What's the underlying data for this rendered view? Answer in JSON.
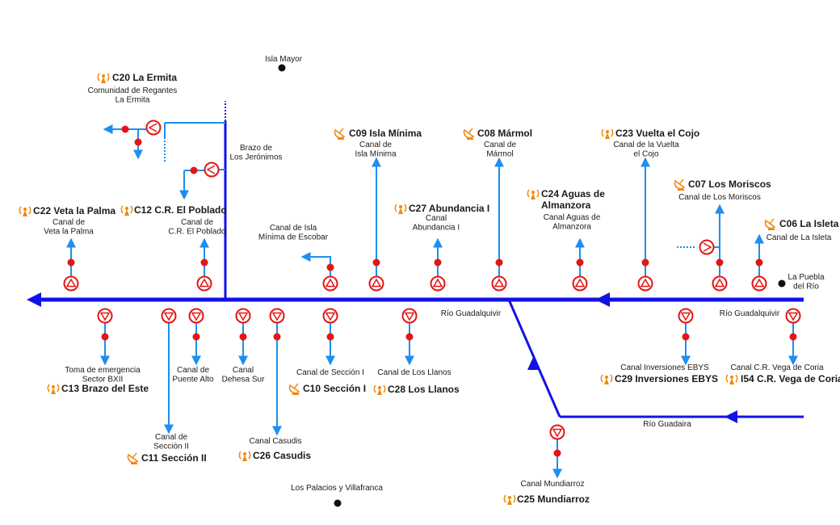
{
  "colors": {
    "river": "#1212e6",
    "canal": "#1e8ef0",
    "valve": "#e61414",
    "station": "#e61414",
    "antenna": "#f08a10",
    "town": "#111111",
    "text": "#1a1a1a"
  },
  "rivers": {
    "guadalquivir_left": "Río Guadalquivir",
    "guadalquivir_right": "Río Guadalquivir",
    "guadaira": "Río Guadaira",
    "brazo": [
      "Brazo de",
      "Los Jerónimos"
    ]
  },
  "towns": {
    "isla_mayor": "Isla Mayor",
    "puebla": [
      "La Puebla",
      "del Río"
    ],
    "palacios": "Los Palacios y Villafranca"
  },
  "stations": {
    "c20": {
      "code": "C20 La Ermita",
      "desc": [
        "Comunidad de Regantes",
        "La Ermita"
      ],
      "icon": "antenna-icon"
    },
    "c22": {
      "code": "C22 Veta la Palma",
      "desc": [
        "Canal de",
        "Veta la Palma"
      ],
      "icon": "antenna-icon"
    },
    "c12": {
      "code": "C12 C.R. El Poblado",
      "desc": [
        "Canal de",
        "C.R. El Poblado"
      ],
      "icon": "antenna-icon"
    },
    "c09": {
      "code": "C09 Isla Mínima",
      "desc": [
        "Canal de",
        "Isla Mínima"
      ],
      "icon": "satellite-dish-icon"
    },
    "c08": {
      "code": "C08 Mármol",
      "desc": [
        "Canal de",
        "Mármol"
      ],
      "icon": "satellite-dish-icon"
    },
    "c27": {
      "code": "C27 Abundancia I",
      "desc": [
        "Canal",
        "Abundancia I"
      ],
      "icon": "antenna-icon"
    },
    "c24": {
      "code": [
        "C24 Aguas de",
        "Almanzora"
      ],
      "desc": [
        "Canal Aguas de",
        "Almanzora"
      ],
      "icon": "antenna-icon"
    },
    "c23": {
      "code": "C23 Vuelta el Cojo",
      "desc": [
        "Canal de la Vuelta",
        "el Cojo"
      ],
      "icon": "antenna-icon"
    },
    "c07": {
      "code": "C07 Los Moriscos",
      "desc": [
        "Canal de Los Moriscos"
      ],
      "icon": "satellite-dish-icon"
    },
    "c06": {
      "code": "C06 La Isleta",
      "desc": [
        "Canal de La Isleta"
      ],
      "icon": "satellite-dish-icon"
    },
    "c13": {
      "code": "C13 Brazo del Este",
      "desc": [
        "Toma de emergencia",
        "Sector BXII"
      ],
      "icon": "antenna-icon"
    },
    "c11": {
      "code": "C11 Sección II",
      "desc": [
        "Canal de",
        "Sección II"
      ],
      "icon": "satellite-dish-icon"
    },
    "c26": {
      "code": "C26 Casudis",
      "desc": [
        "Canal Casudis"
      ],
      "icon": "antenna-icon"
    },
    "c10": {
      "code": "C10 Sección I",
      "desc": [
        "Canal de Sección I"
      ],
      "icon": "satellite-dish-icon"
    },
    "c28": {
      "code": "C28 Los Llanos",
      "desc": [
        "Canal de Los Llanos"
      ],
      "icon": "antenna-icon"
    },
    "c29": {
      "code": "C29 Inversiones EBYS",
      "desc": [
        "Canal Inversiones EBYS"
      ],
      "icon": "antenna-icon"
    },
    "i54": {
      "code": "I54 C.R. Vega de Coria",
      "desc": [
        "Canal C.R. Vega de Coria"
      ],
      "icon": "antenna-icon"
    },
    "c25": {
      "code": "C25 Mundiarroz",
      "desc": [
        "Canal Mundiarroz"
      ],
      "icon": "antenna-icon"
    }
  },
  "unlabeled": {
    "isla_minima_escobar": [
      "Canal de Isla",
      "Mínima de Escobar"
    ],
    "puente_alto": [
      "Canal de",
      "Puente Alto"
    ],
    "dehesa_sur": [
      "Canal",
      "Dehesa Sur"
    ]
  }
}
